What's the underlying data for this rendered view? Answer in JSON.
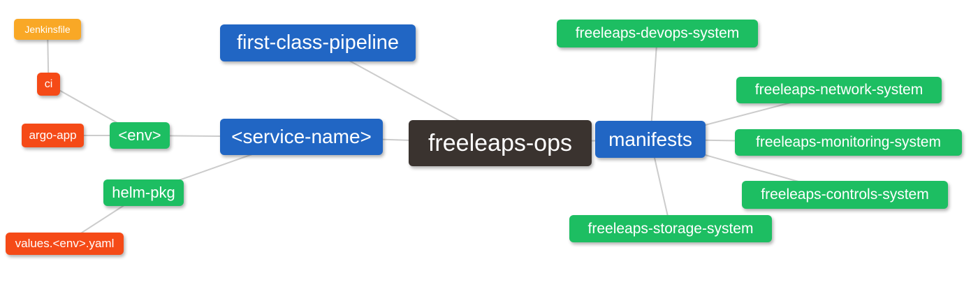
{
  "diagram": {
    "type": "mindmap",
    "title": "freeleaps-ops repository structure mind map",
    "root_node": "freeleaps-ops",
    "palette": {
      "root_bg": "#3a332f",
      "branch_bg": "#2166c4",
      "leaf_green_bg": "#1dbe62",
      "leaf_red_bg": "#f54a17",
      "leaf_orange_bg": "#f9a826",
      "text": "#ffffff",
      "edge": "#cccccc",
      "background": "#ffffff"
    }
  },
  "nodes": {
    "root": {
      "label": "freeleaps-ops"
    },
    "pipeline": {
      "label": "first-class-pipeline"
    },
    "service": {
      "label": "<service-name>"
    },
    "manifests": {
      "label": "manifests"
    },
    "env": {
      "label": "<env>"
    },
    "helm_pkg": {
      "label": "helm-pkg"
    },
    "ci": {
      "label": "ci"
    },
    "argo_app": {
      "label": "argo-app"
    },
    "jenkinsfile": {
      "label": "Jenkinsfile"
    },
    "values_yaml": {
      "label": "values.<env>.yaml"
    },
    "devops": {
      "label": "freeleaps-devops-system"
    },
    "network": {
      "label": "freeleaps-network-system"
    },
    "monitoring": {
      "label": "freeleaps-monitoring-system"
    },
    "controls": {
      "label": "freeleaps-controls-system"
    },
    "storage": {
      "label": "freeleaps-storage-system"
    }
  },
  "edges": [
    [
      "freeleaps-ops",
      "first-class-pipeline"
    ],
    [
      "freeleaps-ops",
      "<service-name>"
    ],
    [
      "freeleaps-ops",
      "manifests"
    ],
    [
      "<service-name>",
      "<env>"
    ],
    [
      "<service-name>",
      "helm-pkg"
    ],
    [
      "<env>",
      "ci"
    ],
    [
      "<env>",
      "argo-app"
    ],
    [
      "ci",
      "Jenkinsfile"
    ],
    [
      "helm-pkg",
      "values.<env>.yaml"
    ],
    [
      "manifests",
      "freeleaps-devops-system"
    ],
    [
      "manifests",
      "freeleaps-network-system"
    ],
    [
      "manifests",
      "freeleaps-monitoring-system"
    ],
    [
      "manifests",
      "freeleaps-controls-system"
    ],
    [
      "manifests",
      "freeleaps-storage-system"
    ]
  ]
}
